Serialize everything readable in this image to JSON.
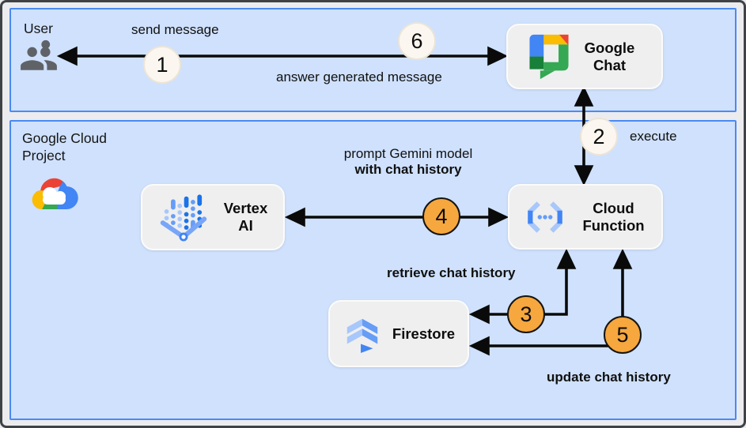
{
  "zones": {
    "user": {
      "label": "User"
    },
    "gcp": {
      "label": "Google Cloud Project"
    }
  },
  "nodes": {
    "google_chat": {
      "label": "Google Chat"
    },
    "vertex_ai": {
      "label": "Vertex AI"
    },
    "cloud_function": {
      "label": "Cloud Function"
    },
    "firestore": {
      "label": "Firestore"
    }
  },
  "edges": {
    "send_message": {
      "badge": "1",
      "label": "send message"
    },
    "answer": {
      "badge": "6",
      "label": "answer generated message"
    },
    "execute": {
      "badge": "2",
      "label": "execute"
    },
    "prompt": {
      "badge": "4",
      "label_line1": "prompt Gemini model",
      "label_line2": "with chat history"
    },
    "retrieve": {
      "badge": "3",
      "label": "retrieve chat history"
    },
    "update": {
      "badge": "5",
      "label": "update chat history"
    }
  },
  "colors": {
    "zone_fill": "#cfe1fc",
    "zone_border": "#4a8af4",
    "card_fill": "#efeff0",
    "badge_neutral_fill": "#fbf7f0",
    "badge_orange_fill": "#f6a73e",
    "arrow": "#0a0a0a",
    "google_blue": "#4285f4",
    "google_red": "#ea4335",
    "google_yellow": "#fbbc04",
    "google_green": "#34a853",
    "dark_green": "#188038",
    "light_blue": "#a8c7fa",
    "mid_blue": "#669df6",
    "deep_blue": "#1a73e8",
    "user_icon_gray": "#5f6368"
  }
}
